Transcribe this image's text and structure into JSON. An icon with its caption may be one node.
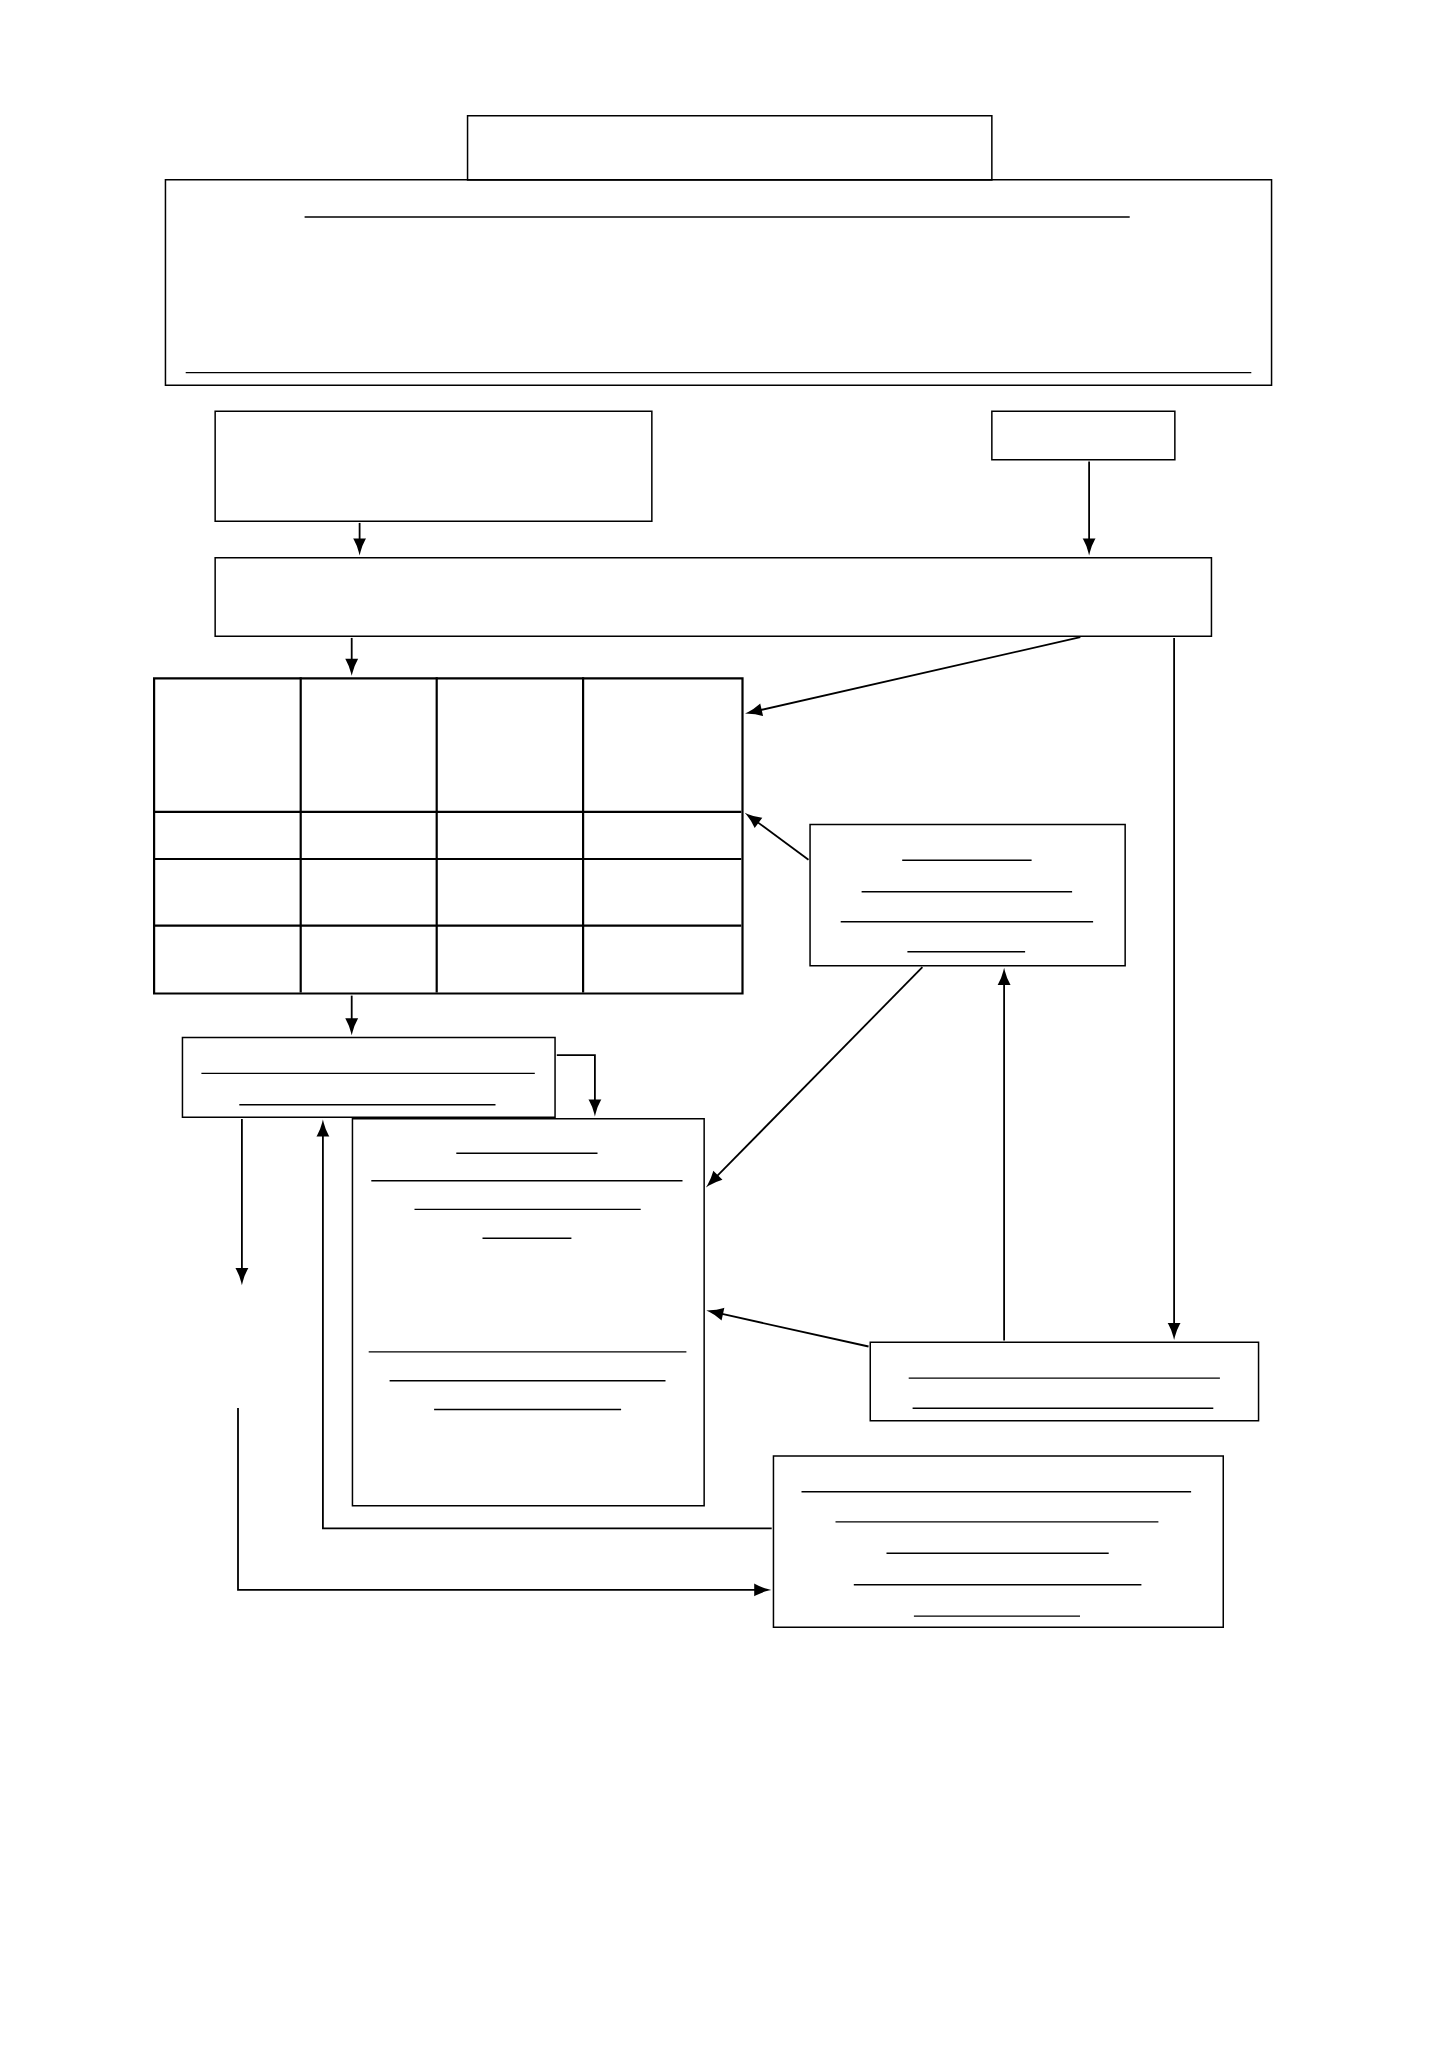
{
  "diagram": {
    "nodes": [
      {
        "text": [],
        "shape": "box"
      },
      {
        "text": [],
        "shape": "box"
      },
      {
        "text": [],
        "shape": "box"
      },
      {
        "text": [],
        "shape": "box"
      },
      {
        "text": [],
        "shape": "box"
      },
      {
        "text": [],
        "shape": "table"
      },
      {
        "text": [],
        "shape": "box"
      },
      {
        "text": [],
        "shape": "box"
      },
      {
        "text": [],
        "shape": "box"
      },
      {
        "text": [],
        "shape": "box"
      },
      {
        "text": [],
        "shape": "box"
      }
    ],
    "edges": [
      {
        "from": 2,
        "to": 4,
        "arrow": "to"
      },
      {
        "from": 3,
        "to": 4,
        "arrow": "to"
      },
      {
        "from": 4,
        "to": 5,
        "arrow": "to"
      },
      {
        "from": 4,
        "to": 5,
        "arrow": "to"
      },
      {
        "from": 4,
        "to": 9,
        "arrow": "to"
      },
      {
        "from": 6,
        "to": 5,
        "arrow": "to"
      },
      {
        "from": 6,
        "to": 8,
        "arrow": "to"
      },
      {
        "from": 9,
        "to": 6,
        "arrow": "to"
      },
      {
        "from": 9,
        "to": 8,
        "arrow": "to"
      },
      {
        "from": 5,
        "to": 7,
        "arrow": "to"
      },
      {
        "from": 7,
        "to": 8,
        "arrow": "to"
      },
      {
        "from": 7,
        "to": null,
        "arrow": "to"
      },
      {
        "from": null,
        "to": 10,
        "arrow": "to"
      },
      {
        "from": 10,
        "to": 7,
        "arrow": "to"
      }
    ]
  }
}
